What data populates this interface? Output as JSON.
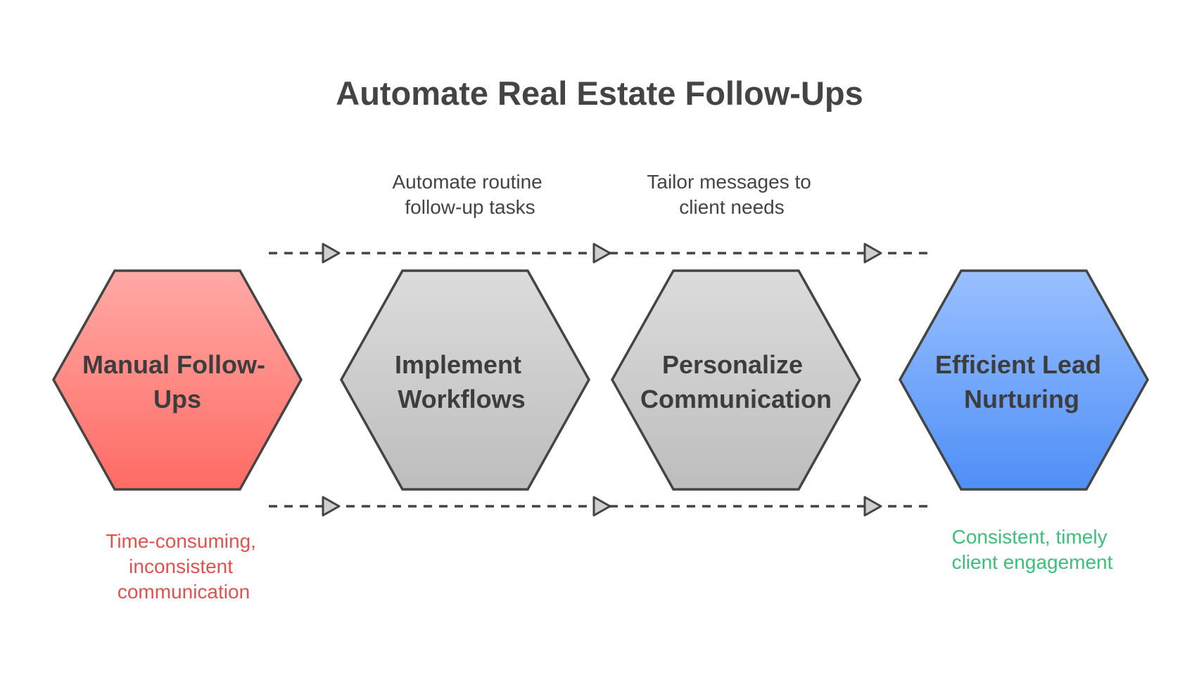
{
  "title": "Automate Real Estate Follow-Ups",
  "stages": [
    {
      "id": "manual",
      "lines": [
        "Manual Follow-",
        "Ups"
      ],
      "color": "red"
    },
    {
      "id": "implement",
      "lines": [
        "Implement",
        "Workflows"
      ],
      "color": "gray"
    },
    {
      "id": "personalize",
      "lines": [
        "Personalize",
        "Communication"
      ],
      "color": "gray"
    },
    {
      "id": "efficient",
      "lines": [
        "Efficient Lead",
        "Nurturing"
      ],
      "color": "blue"
    }
  ],
  "top_captions": [
    {
      "lines": [
        "Automate routine",
        "follow-up tasks"
      ]
    },
    {
      "lines": [
        "Tailor messages to",
        "client needs"
      ]
    }
  ],
  "bottom_captions": {
    "problem": {
      "lines": [
        "Time-consuming,",
        "inconsistent",
        "communication"
      ],
      "color": "#e0524d"
    },
    "outcome": {
      "lines": [
        "Consistent, timely",
        "client engagement"
      ],
      "color": "#3cbf7a"
    }
  },
  "colors": {
    "red_top": "#ffa9a5",
    "red_bottom": "#ff6b64",
    "gray_top": "#dcdcdc",
    "gray_bottom": "#bdbdbd",
    "blue_top": "#99c0ff",
    "blue_bottom": "#4f8ff7",
    "stroke": "#444444"
  }
}
